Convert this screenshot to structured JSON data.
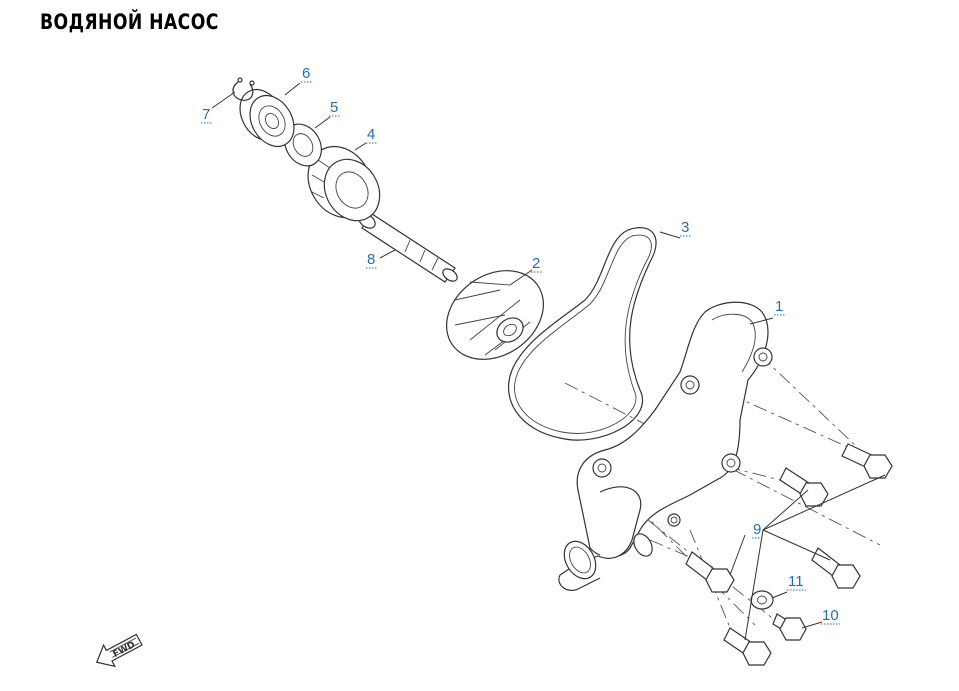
{
  "title": "ВОДЯНОЙ НАСОС",
  "callouts": [
    {
      "id": "c1",
      "label": "1"
    },
    {
      "id": "c2",
      "label": "2"
    },
    {
      "id": "c3",
      "label": "3"
    },
    {
      "id": "c4",
      "label": "4"
    },
    {
      "id": "c5",
      "label": "5"
    },
    {
      "id": "c6",
      "label": "6"
    },
    {
      "id": "c7",
      "label": "7"
    },
    {
      "id": "c8",
      "label": "8"
    },
    {
      "id": "c9",
      "label": "9"
    },
    {
      "id": "c10",
      "label": "10"
    },
    {
      "id": "c11",
      "label": "11"
    }
  ],
  "fwd_label": "FWD",
  "colors": {
    "callout": "#1f6fb5",
    "line": "#333333"
  }
}
